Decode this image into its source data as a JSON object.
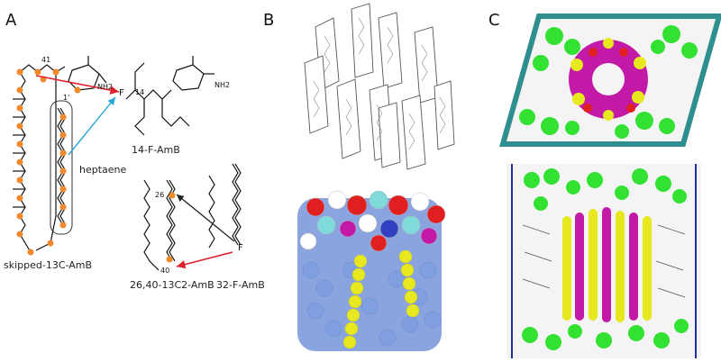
{
  "panels": {
    "a": {
      "letter": "A",
      "labels": {
        "skipped": "skipped-13C-AmB",
        "heptaene": "heptaene",
        "f14": "14-F-AmB",
        "c2640": "26,40-13C2-AmB",
        "f32": "32-F-AmB",
        "n41": "41",
        "n14": "14",
        "n1p": "1'",
        "n26": "26",
        "n40": "40",
        "nh2a": "NH2",
        "nh2b": "NH2",
        "fa": "F",
        "fb": "F"
      }
    },
    "b": {
      "letter": "B"
    },
    "c": {
      "letter": "C"
    }
  },
  "colors": {
    "orange": "#f08a2a",
    "red_arrow": "#e0202a",
    "cyan_arrow": "#2aa8d8",
    "green": "#33e133",
    "magenta": "#c21aa6",
    "yellow": "#e8e820",
    "blue_atoms": "#7f9fe0",
    "teal_frame": "#2f8f8f"
  }
}
